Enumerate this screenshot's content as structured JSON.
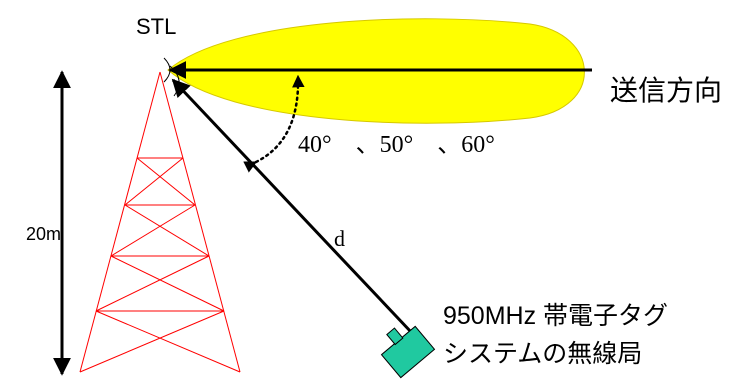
{
  "labels": {
    "stl": "STL",
    "direction": "送信方向",
    "height": "20m",
    "distance": "d",
    "angles": "40°　、50°　、60°",
    "station_line1": "950MHz 帯電子タグ",
    "station_line2": "システムの無線局"
  },
  "colors": {
    "beam_fill": "#ffff00",
    "beam_stroke": "#d6c800",
    "tower": "#ff0000",
    "device": "#20c9a0",
    "line": "#000000"
  }
}
